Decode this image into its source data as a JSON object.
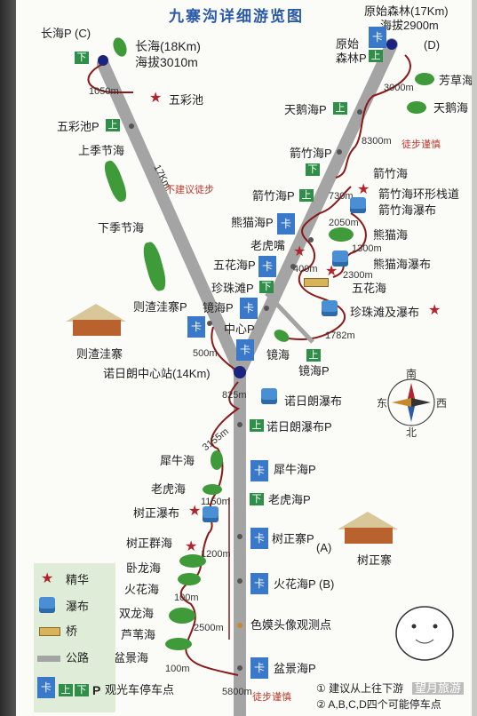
{
  "title": "九寨沟详细游览图",
  "compass": {
    "north": "北",
    "south": "南",
    "east": "东",
    "west": "西"
  },
  "markers": {
    "shang": "上",
    "xia": "下",
    "ka": "卡",
    "star": "★"
  },
  "labels": {
    "changhai_p": "长海P (C)",
    "changhai": "长海(18Km)",
    "changhai_alt": "海拔3010m",
    "wucaichi": "五彩池",
    "wucaichi_p": "五彩池P",
    "shangjijie": "上季节海",
    "xiajijie": "下季节海",
    "zezhawa_p": "则渣洼寨P",
    "zezhawa_village": "则渣洼寨",
    "nuorilang_center": "诺日朗中心站(14Km)",
    "yuanshi": "原始森林(17Km)",
    "yuanshi_alt": "海拔2900m",
    "yuanshi_d": "(D)",
    "yuanshi_p": "原始森林P",
    "fangcaohai": "芳草海",
    "tiane_p": "天鹅海P",
    "tiane": "天鹅海",
    "jianzhu_p_top": "箭竹海P",
    "jianzhu": "箭竹海",
    "jianzhu_p": "箭竹海P",
    "jianzhu_loop": "箭竹海环形栈道",
    "jianzhu_fall": "箭竹海瀑布",
    "xiongmao_p": "熊猫海P",
    "xiongmao": "熊猫海",
    "xiongmao_fall": "熊猫海瀑布",
    "laohuzui": "老虎嘴",
    "wuhua_p": "五花海P",
    "wuhua": "五花海",
    "zhenzhu_p": "珍珠滩P",
    "zhenzhu_fall": "珍珠滩及瀑布",
    "jinghai_p1": "镜海P",
    "zhongxin_p": "中心P",
    "jinghai": "镜海",
    "jinghai_p2": "镜海P",
    "nuorilang_fall": "诺日朗瀑布",
    "nuorilang_fall_p": "诺日朗瀑布P",
    "xiniu": "犀牛海",
    "xiniu_p": "犀牛海P",
    "laohu": "老虎海",
    "laohu_p": "老虎海P",
    "shuzheng_fall": "树正瀑布",
    "shuzheng_qun": "树正群海",
    "shuzheng_p": "树正寨P",
    "shuzheng_p_a": "(A)",
    "shuzheng_village": "树正寨",
    "wolong": "卧龙海",
    "huolong": "火花海",
    "huolong_p": "火花海P (B)",
    "shuanglong": "双龙海",
    "luwei": "芦苇海",
    "semo": "色嫫头像观测点",
    "penjing": "盆景海",
    "penjing_p": "盆景海P"
  },
  "distances": {
    "d1050": "1050m",
    "d17km": "17Km",
    "d500": "500m",
    "d3000": "3000m",
    "d8300": "8300m",
    "d730": "730m",
    "d2050": "2050m",
    "d1300": "1300m",
    "d2300": "2300m",
    "d400": "400m",
    "d1782": "1782m",
    "d825": "825m",
    "d3155": "3155m",
    "d1150": "1150m",
    "d1200": "1200m",
    "d100a": "100m",
    "d2500": "2500m",
    "d100b": "100m",
    "d5800": "5800m"
  },
  "warnings": {
    "not_recommended": "不建议徒步",
    "walk_careful_top": "徒步谨慎",
    "walk_careful_bottom": "徒步谨慎"
  },
  "legend": {
    "jinghua": "精华",
    "pubu": "瀑布",
    "qiao": "桥",
    "gonglu": "公路",
    "bus_note": "观光车停车点"
  },
  "notes": {
    "n1": "① 建议从上往下游",
    "n2": "② A,B,C,D四个可能停车点"
  },
  "watermark": "望月旅游",
  "colors": {
    "road": "#9a9a9a",
    "trail": "#8b1a1a",
    "lake": "#3f9a3a",
    "bus": "#3a79c9",
    "stop": "#2f8e47",
    "star": "#b0262d"
  }
}
